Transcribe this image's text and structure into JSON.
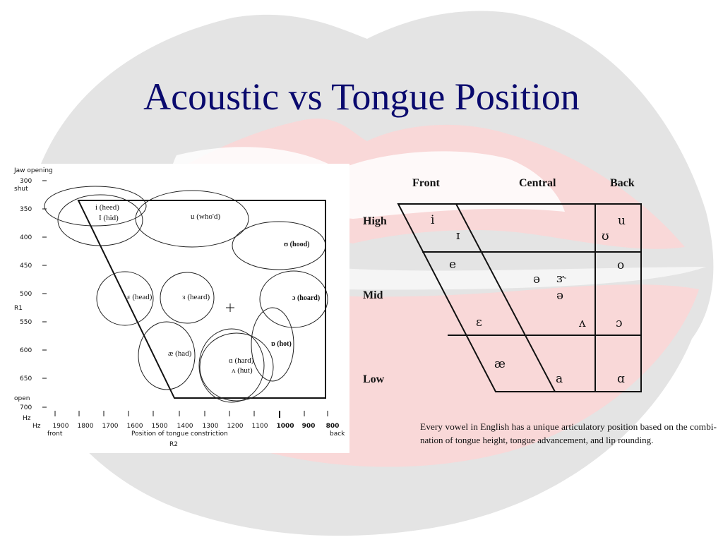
{
  "slide": {
    "title": "Acoustic vs Tongue Position",
    "colors": {
      "title": "#0a0a6e",
      "lips_gray": "#e3e3e3",
      "lips_pink": "#fbd8d8"
    }
  },
  "left_chart": {
    "jaw_opening": "Jaw opening",
    "shut": "shut",
    "open": "open",
    "r1": "R1",
    "hz": "Hz",
    "r2": "R2",
    "front": "front",
    "back": "back",
    "constriction": "Position of tongue constriction",
    "y_ticks": [
      "300",
      "350",
      "400",
      "450",
      "500",
      "550",
      "600",
      "650",
      "700"
    ],
    "x_ticks": [
      "1900",
      "1800",
      "1700",
      "1600",
      "1500",
      "1400",
      "1300",
      "1200",
      "1100",
      "1000",
      "900",
      "800"
    ],
    "vowels": [
      {
        "label": "i (heed)"
      },
      {
        "label": "I (hid)"
      },
      {
        "label": "u (who'd)"
      },
      {
        "label": "ʊ (hood)"
      },
      {
        "label": "ɛ (head)"
      },
      {
        "label": "ɜ (heard)"
      },
      {
        "label": "ɔ (hoard)"
      },
      {
        "label": "ɒ (hot)"
      },
      {
        "label": "æ (had)"
      },
      {
        "label": "ɑ (hard)"
      },
      {
        "label": "ʌ (hut)"
      }
    ]
  },
  "right_chart": {
    "columns": [
      "Front",
      "Central",
      "Back"
    ],
    "rows": [
      "High",
      "Mid",
      "Low"
    ],
    "symbols": {
      "i": "i",
      "I": "ɪ",
      "u": "u",
      "U": "ʊ",
      "e": "e",
      "schwa": "ə",
      "er": "ɝ",
      "schwa2": "ə",
      "o": "o",
      "eps": "ɛ",
      "wedge": "ʌ",
      "openo": "ɔ",
      "ae": "æ",
      "a": "a",
      "alpha": "ɑ"
    },
    "caption_line1": "Every vowel in English has a unique articulatory position based on the combi-",
    "caption_line2": "nation of tongue height, tongue advancement, and lip rounding."
  }
}
